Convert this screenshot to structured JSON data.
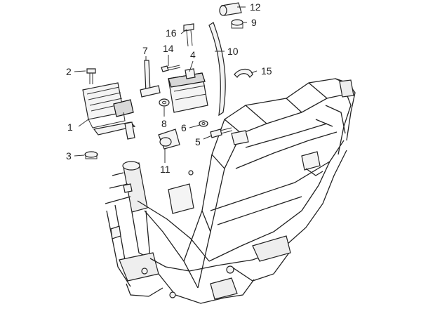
{
  "callouts": {
    "c1": "1",
    "c2": "2",
    "c3": "3",
    "c4": "4",
    "c5": "5",
    "c6": "6",
    "c7": "7",
    "c8": "8",
    "c9": "9",
    "c10": "10",
    "c11": "11",
    "c12": "12",
    "c15": "15",
    "c14": "14",
    "c16": "16"
  }
}
